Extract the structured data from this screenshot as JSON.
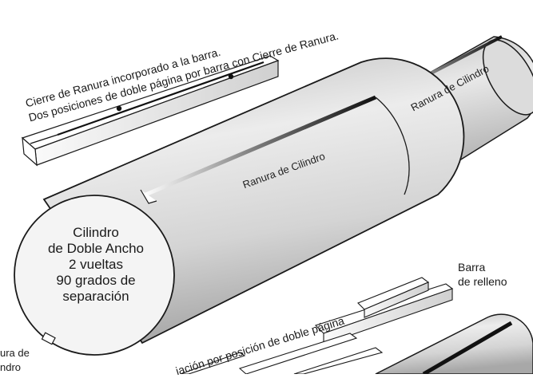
{
  "labels": {
    "top_line1": "Cierre de Ranura incorporado a la barra.",
    "top_line2": "Dos posiciones de doble página por barra con Cierre de Ranura.",
    "groove_main": "Ranura de Cilindro",
    "groove_back": "Ranura de Cilindro",
    "face": [
      "Cilindro",
      "de Doble Ancho",
      "2 vueltas",
      "90 grados de",
      "separación"
    ],
    "filler_bar": [
      "Barra",
      "de relleno"
    ],
    "bottom_partial": "iación por posición de doble página",
    "left_partial": [
      "ura de",
      "ndro"
    ]
  },
  "colors": {
    "cylinder_light": "#f2f2f2",
    "cylinder_mid": "#d6d6d6",
    "cylinder_dark": "#9a9a9a",
    "outline": "#1a1a1a",
    "groove": "#1a1a1a"
  }
}
